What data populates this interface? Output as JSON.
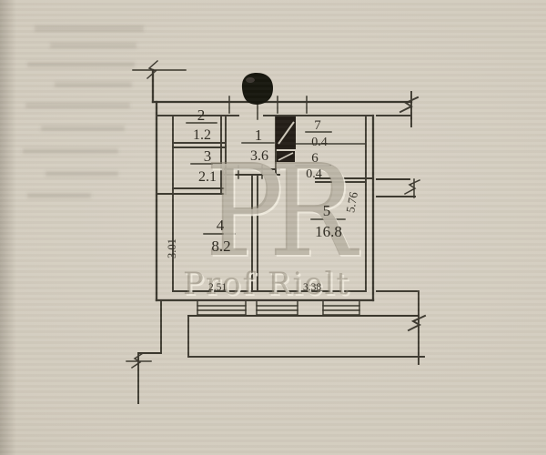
{
  "document": {
    "kind": "apartment floor plan photo",
    "paper_color": "#d2cbbd",
    "ink_color": "#3b372e"
  },
  "watermark": {
    "monogram": "PR",
    "name": "Prof Rielt"
  },
  "plan": {
    "rooms": [
      {
        "number": "2",
        "area": "1.2"
      },
      {
        "number": "3",
        "area": "2.1"
      },
      {
        "number": "1",
        "area": "3.6"
      },
      {
        "number": "7",
        "area": "0.4"
      },
      {
        "number": "6",
        "area": "0.4"
      },
      {
        "number": "4",
        "area": "8.2"
      },
      {
        "number": "5",
        "area": "16.8"
      }
    ],
    "dimensions": {
      "left_vertical": "3.01",
      "right_vertical": "5.76",
      "bottom_left": "2.51",
      "bottom_right": "3.38"
    }
  }
}
